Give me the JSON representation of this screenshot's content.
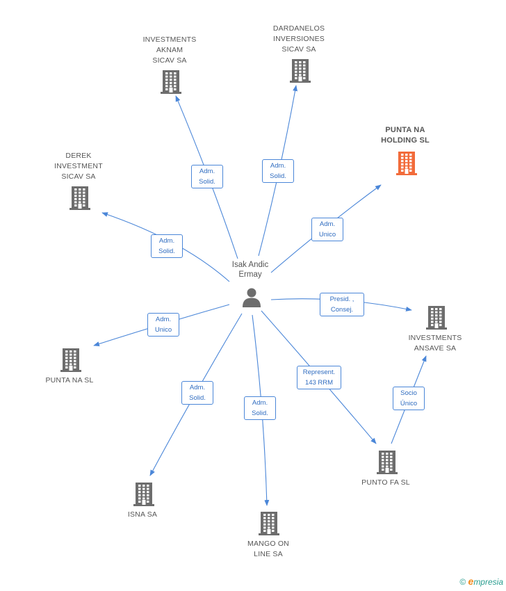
{
  "center": {
    "label": "Isak Andic\nErmay",
    "icon": "person-icon"
  },
  "nodes": [
    {
      "id": "investments-aknam",
      "label": "INVESTMENTS\nAKNAM\nSICAV SA",
      "icon": "building-icon",
      "highlight": false
    },
    {
      "id": "dardanelos",
      "label": "DARDANELOS\nINVERSIONES\nSICAV SA",
      "icon": "building-icon",
      "highlight": false
    },
    {
      "id": "punta-na-holding",
      "label": "PUNTA NA\nHOLDING SL",
      "icon": "building-icon",
      "highlight": true
    },
    {
      "id": "derek",
      "label": "DEREK\nINVESTMENT\nSICAV SA",
      "icon": "building-icon",
      "highlight": false
    },
    {
      "id": "investments-ansave",
      "label": "INVESTMENTS\nANSAVE SA",
      "icon": "building-icon",
      "highlight": false
    },
    {
      "id": "punta-na-sl",
      "label": "PUNTA NA SL",
      "icon": "building-icon",
      "highlight": false
    },
    {
      "id": "punto-fa",
      "label": "PUNTO FA SL",
      "icon": "building-icon",
      "highlight": false
    },
    {
      "id": "isna",
      "label": "ISNA SA",
      "icon": "building-icon",
      "highlight": false
    },
    {
      "id": "mango",
      "label": "MANGO ON\nLINE SA",
      "icon": "building-icon",
      "highlight": false
    }
  ],
  "edges": [
    {
      "to": "investments-aknam",
      "label": "Adm.\nSolid."
    },
    {
      "to": "dardanelos",
      "label": "Adm.\nSolid."
    },
    {
      "to": "punta-na-holding",
      "label": "Adm.\nUnico"
    },
    {
      "to": "derek",
      "label": "Adm.\nSolid."
    },
    {
      "to": "investments-ansave",
      "label": "Presid. ,\nConsej."
    },
    {
      "to": "punta-na-sl",
      "label": "Adm.\nUnico"
    },
    {
      "to": "punto-fa",
      "label": "Represent.\n143 RRM"
    },
    {
      "to": "isna",
      "label": "Adm.\nSolid."
    },
    {
      "to": "mango",
      "label": "Adm.\nSolid."
    },
    {
      "from": "punto-fa",
      "to": "investments-ansave",
      "label": "Socio\nÚnico"
    }
  ],
  "colors": {
    "edge": "#4a86d8",
    "building": "#6d6d6d",
    "highlight": "#f26b3a",
    "person": "#6d6d6d"
  },
  "footer": {
    "copyright": "©",
    "brand_first": "e",
    "brand_rest": "mpresia"
  }
}
